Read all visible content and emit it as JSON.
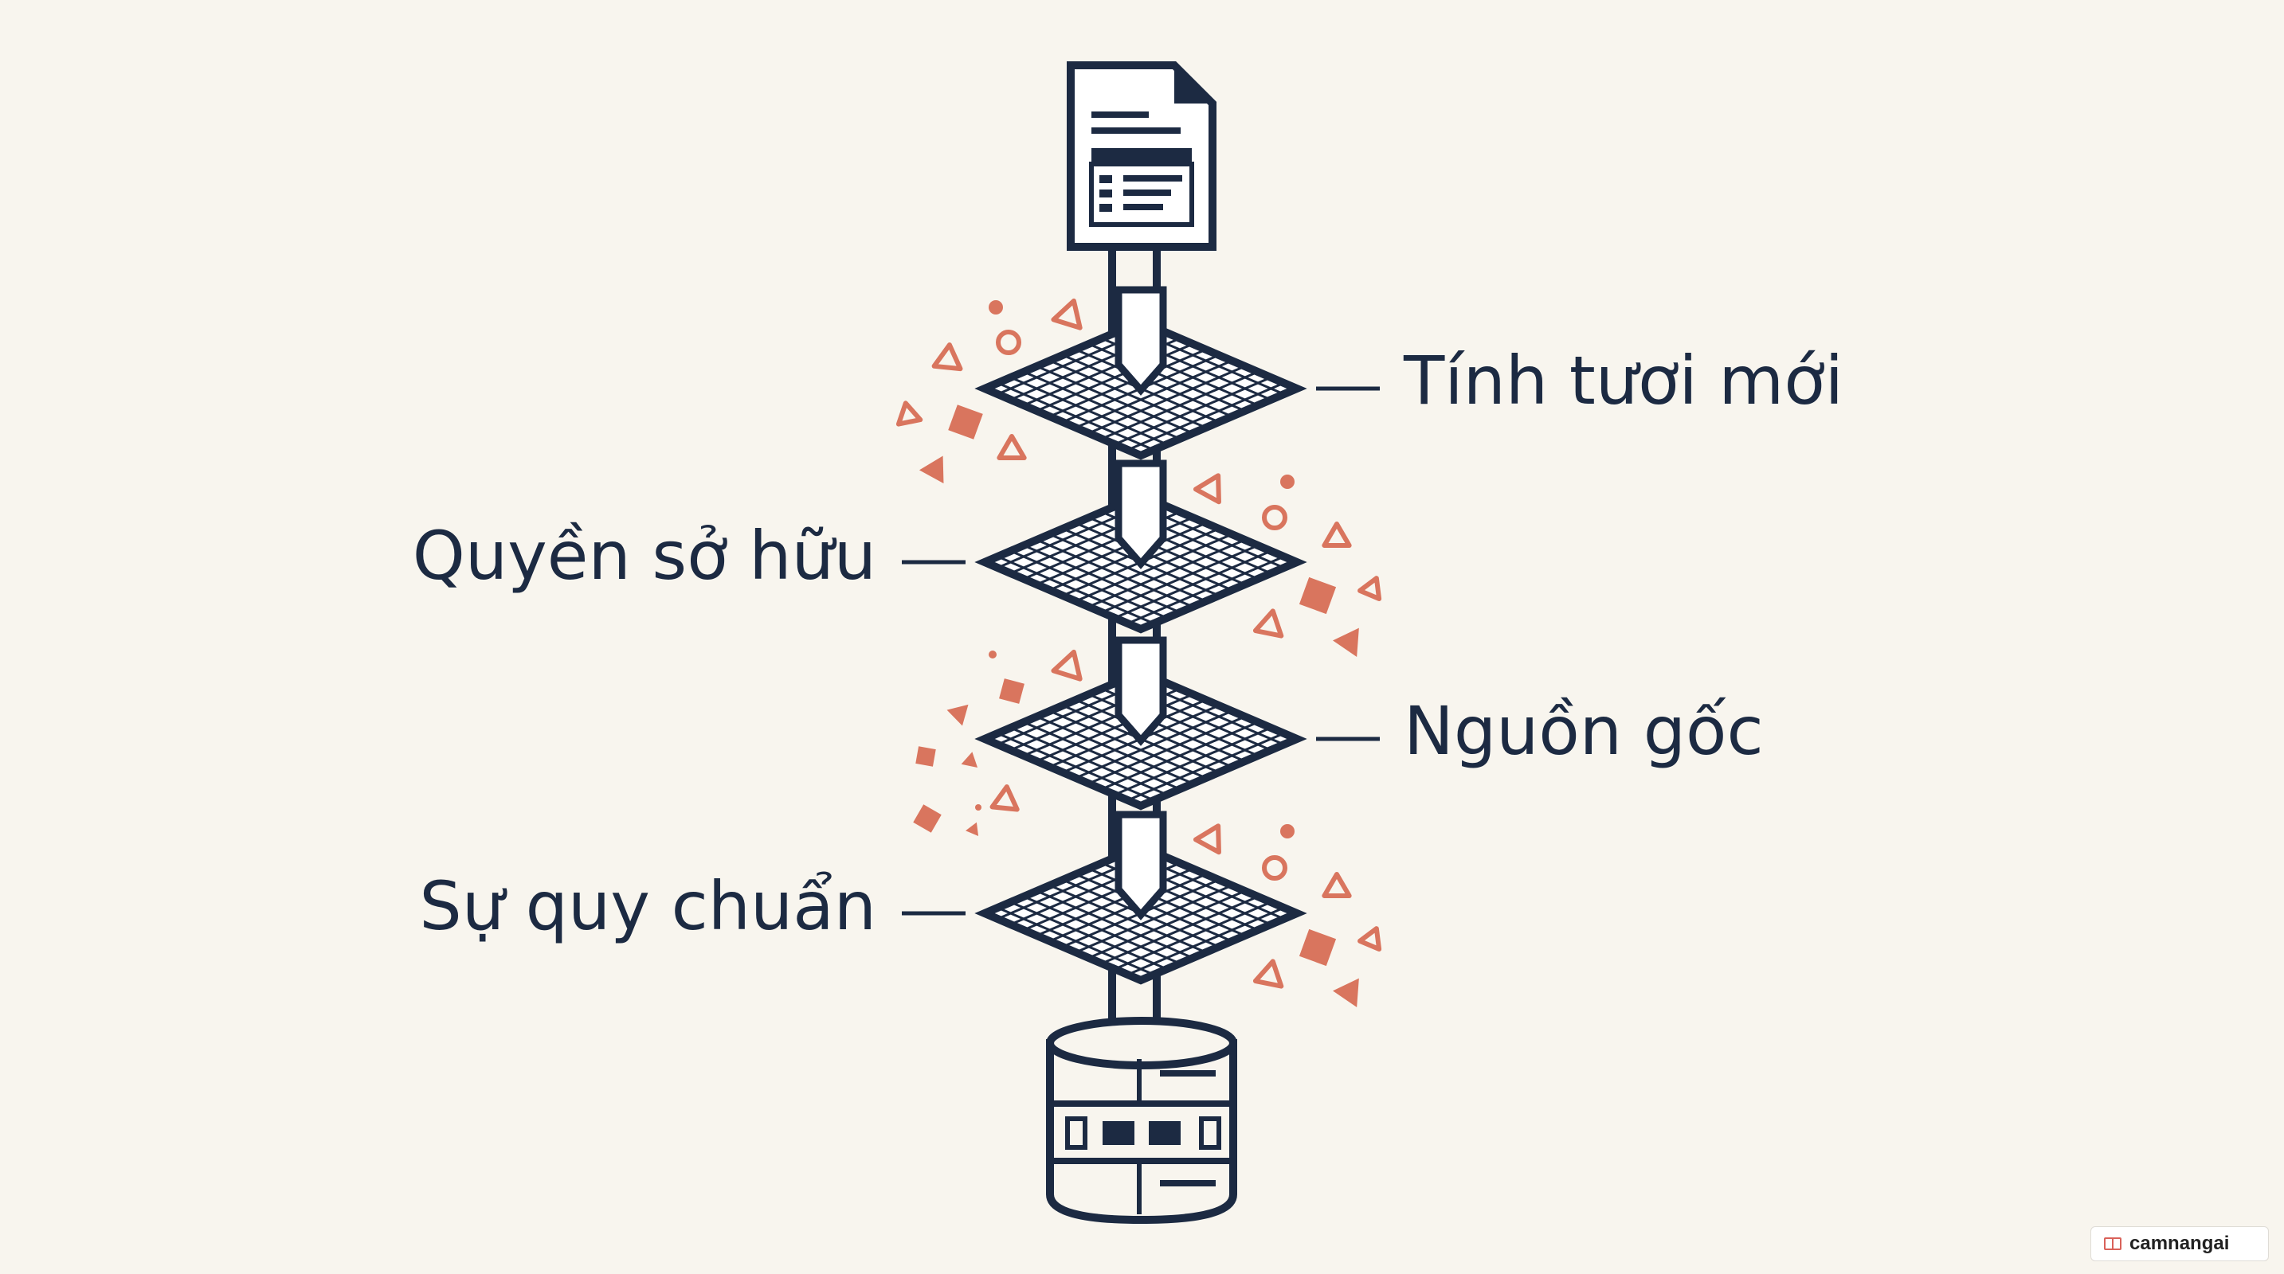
{
  "diagram": {
    "labels": {
      "freshness": "Tính tươi mới",
      "ownership": "Quyền sở hữu",
      "origin": "Nguồn gốc",
      "standardization": "Sự quy chuẩn"
    },
    "icons": {
      "top": "document-icon",
      "bottom": "database-icon",
      "filter": "filter-grid-icon"
    },
    "colors": {
      "background": "#f8f5ee",
      "ink": "#1c2a42",
      "accent": "#d9755e"
    }
  },
  "watermark": {
    "text": "camnangai"
  }
}
